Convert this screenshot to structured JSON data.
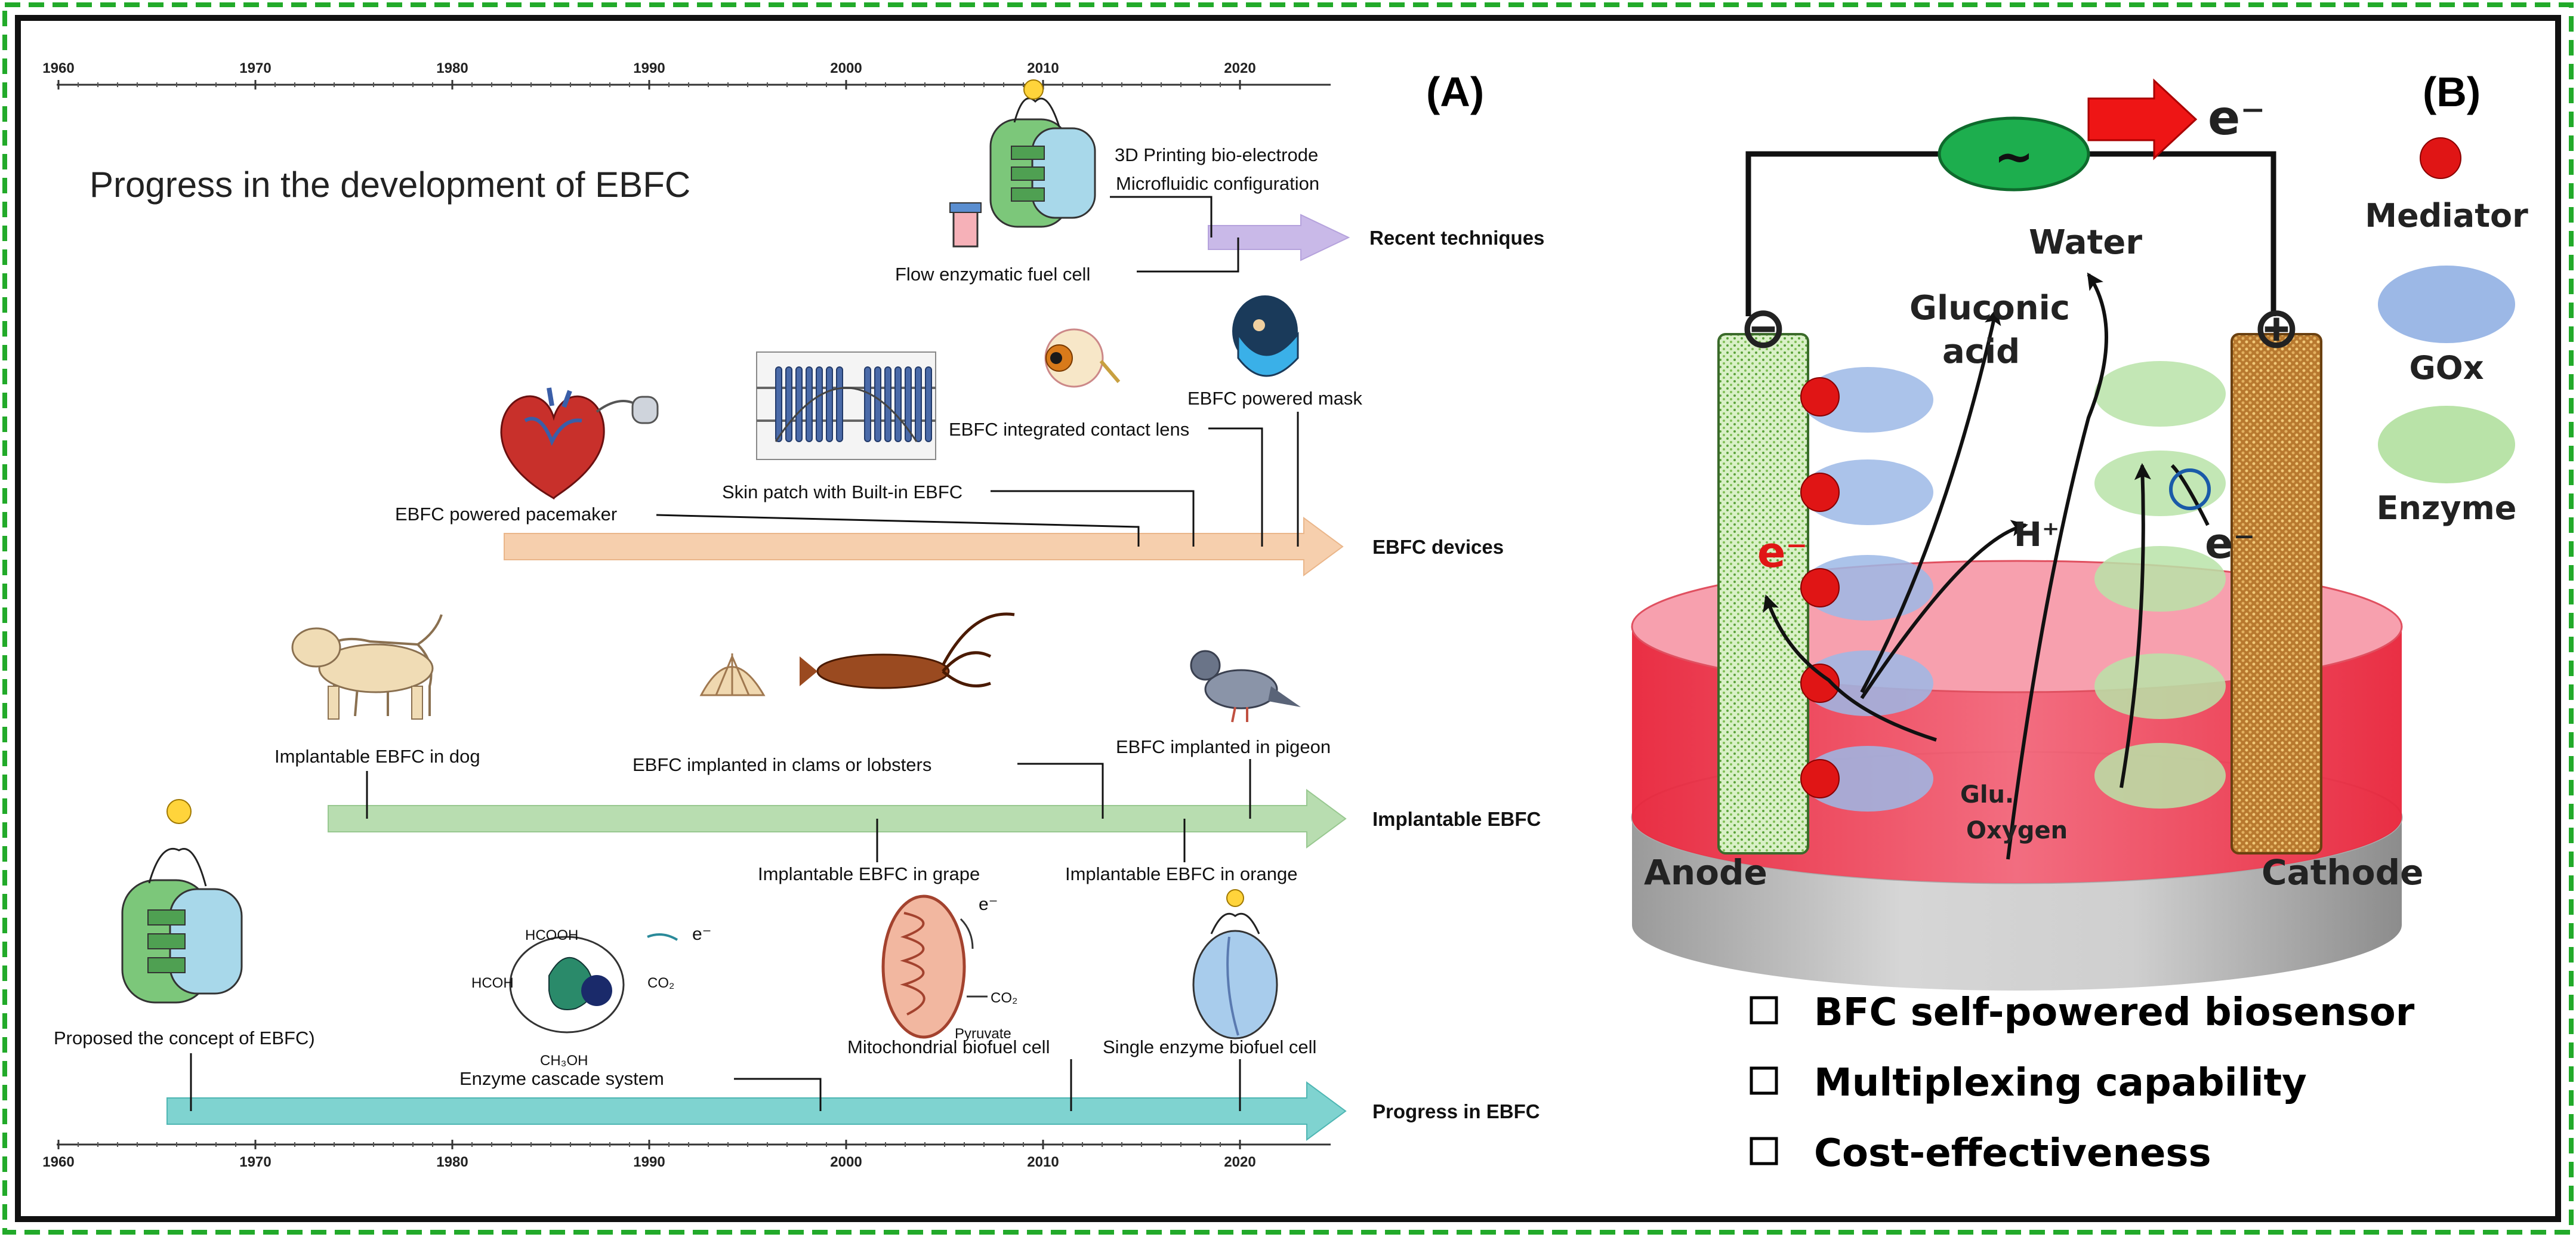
{
  "panel_a": {
    "label": "(A)",
    "title": "Progress in the development of EBFC",
    "axis_years": [
      "1960",
      "1970",
      "1980",
      "1990",
      "2000",
      "2010",
      "2020"
    ],
    "tracks": {
      "recent": {
        "name": "Recent techniques",
        "items": [
          "3D Printing bio-electrode",
          "Microfluidic configuration",
          "Flow enzymatic fuel cell"
        ],
        "color": "#c9b9e8"
      },
      "devices": {
        "name": "EBFC devices",
        "items": [
          "EBFC powered pacemaker",
          "Skin patch with Built-in EBFC",
          "EBFC integrated contact lens",
          "EBFC powered mask"
        ],
        "color": "#f6cfad"
      },
      "implantable": {
        "name": "Implantable EBFC",
        "items": [
          "Implantable EBFC in dog",
          "EBFC implanted in clams or lobsters",
          "EBFC implanted in pigeon",
          "Implantable EBFC in grape",
          "Implantable EBFC in orange"
        ],
        "color": "#b8ddb0"
      },
      "progress": {
        "name": "Progress in EBFC",
        "items": [
          "Proposed the concept of EBFC)",
          "Enzyme cascade system",
          "Mitochondrial biofuel cell",
          "Single enzyme biofuel cell"
        ],
        "color": "#7fd3d0"
      }
    },
    "cascade_labels": [
      "HCOOH",
      "HCOH",
      "CH₃OH",
      "CO₂",
      "e⁻"
    ],
    "mito_labels": [
      "e⁻",
      "CO₂",
      "Pyruvate"
    ]
  },
  "panel_b": {
    "label": "(B)",
    "electrons": "e⁻",
    "anode": "Anode",
    "cathode": "Cathode",
    "water": "Water",
    "gluconic": [
      "Gluconic",
      "acid"
    ],
    "hplus": "H⁺",
    "glu": "Glu.",
    "oxygen": "Oxygen",
    "source_symbol": "~",
    "minus": "⊖",
    "plus": "⊕",
    "legend": [
      "Mediator",
      "GOx",
      "Enzyme"
    ],
    "list": [
      "BFC self-powered biosensor",
      "Multiplexing capability",
      "Cost-effectiveness"
    ],
    "colors": {
      "mediator": "#e01515",
      "gox": "#9cb8e6",
      "enzyme": "#b9e3a8",
      "electrolyte": "#ef3b4b",
      "source": "#1dae4e"
    }
  }
}
